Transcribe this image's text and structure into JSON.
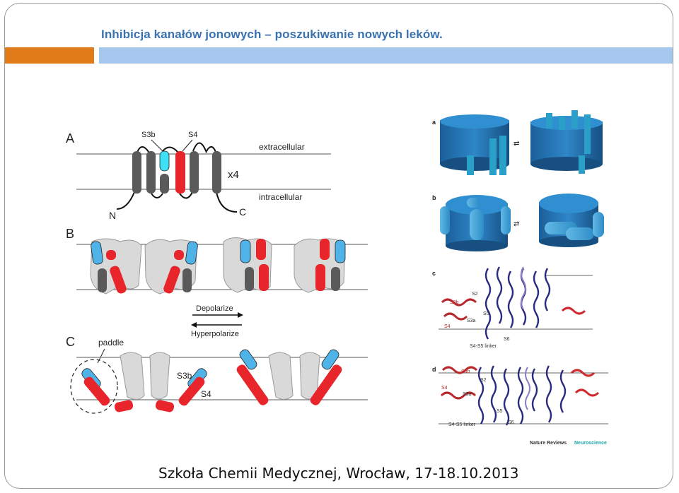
{
  "slide": {
    "title": "Inhibicja kanałów jonowych – poszukiwanie nowych leków.",
    "footer": "Szkoła Chemii Medycznej,  Wrocław, 17-18.10.2013"
  },
  "left_figure": {
    "panel_a": "A",
    "panel_b": "B",
    "panel_c": "C",
    "s3b": "S3b",
    "s4": "S4",
    "extracellular": "extracellular",
    "intracellular": "intracellular",
    "x4": "x4",
    "n_term": "N",
    "c_term": "C",
    "depolarize": "Depolarize",
    "hyperpolarize": "Hyperpolarize",
    "paddle": "paddle",
    "c_s3b": "S3b",
    "c_s4": "S4"
  },
  "right_figure": {
    "a": "a",
    "b": "b",
    "c": "c",
    "d": "d",
    "c_s3b": "S3b",
    "c_s2": "S2",
    "c_s5": "S5",
    "c_s3a": "S3a",
    "c_s4": "S4",
    "c_s6": "S6",
    "c_linker": "S4-S5 linker",
    "d_s3b": "S3b",
    "d_s2": "S2",
    "d_s4": "S4",
    "d_s3a": "S3a",
    "d_s5": "S5",
    "d_s6": "S6",
    "d_linker": "S4-S5 linker",
    "credit_a": "Nature Reviews",
    "credit_b": "Neuroscience"
  },
  "colors": {
    "title": "#3a72b0",
    "orange_bar": "#e07b1a",
    "blue_bar": "#a6c8ee",
    "s4_red": "#e8252a",
    "s3b_cyan": "#4fb3e8",
    "helix_gray": "#5a5a5a",
    "channel_blue": "#1f6fb0"
  }
}
